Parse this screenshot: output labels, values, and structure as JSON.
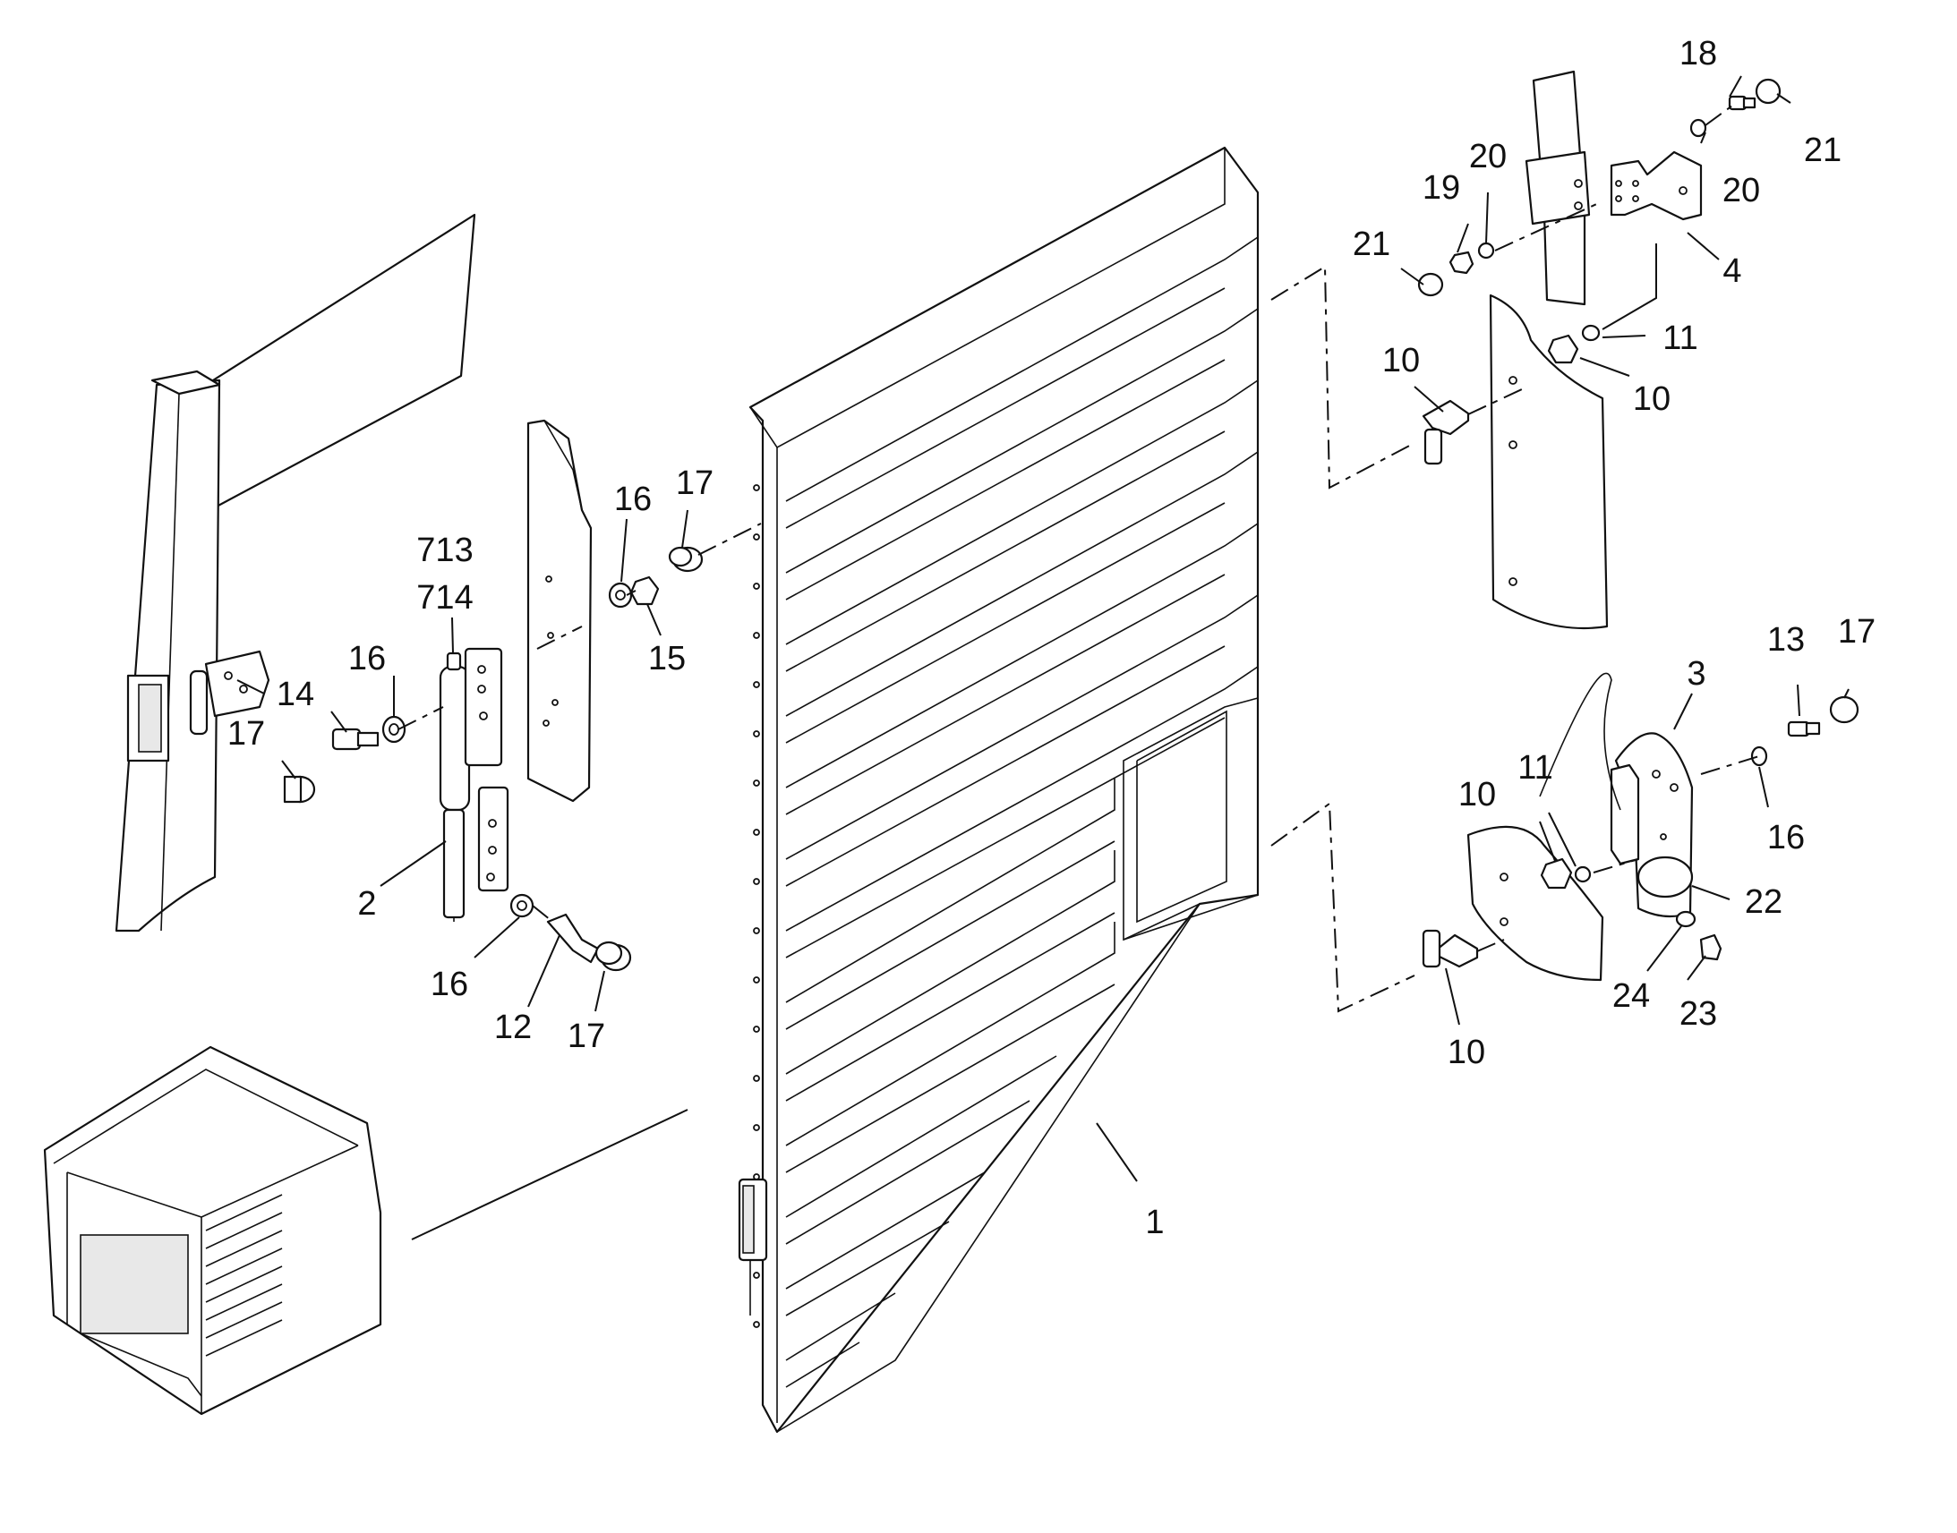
{
  "diagram": {
    "callouts": [
      {
        "id": "c-18",
        "text": "18"
      },
      {
        "id": "c-21a",
        "text": "21"
      },
      {
        "id": "c-20a",
        "text": "20"
      },
      {
        "id": "c-19",
        "text": "19"
      },
      {
        "id": "c-20b",
        "text": "20"
      },
      {
        "id": "c-21b",
        "text": "21"
      },
      {
        "id": "c-4",
        "text": "4"
      },
      {
        "id": "c-11a",
        "text": "11"
      },
      {
        "id": "c-10a",
        "text": "10"
      },
      {
        "id": "c-10b",
        "text": "10"
      },
      {
        "id": "c-17a",
        "text": "17"
      },
      {
        "id": "c-16a",
        "text": "16"
      },
      {
        "id": "c-713",
        "text": "713"
      },
      {
        "id": "c-714",
        "text": "714"
      },
      {
        "id": "c-15",
        "text": "15"
      },
      {
        "id": "c-16b",
        "text": "16"
      },
      {
        "id": "c-14",
        "text": "14"
      },
      {
        "id": "c-17b",
        "text": "17"
      },
      {
        "id": "c-2",
        "text": "2"
      },
      {
        "id": "c-16c",
        "text": "16"
      },
      {
        "id": "c-12",
        "text": "12"
      },
      {
        "id": "c-17c",
        "text": "17"
      },
      {
        "id": "c-13",
        "text": "13"
      },
      {
        "id": "c-17d",
        "text": "17"
      },
      {
        "id": "c-3",
        "text": "3"
      },
      {
        "id": "c-11b",
        "text": "11"
      },
      {
        "id": "c-10c",
        "text": "10"
      },
      {
        "id": "c-16d",
        "text": "16"
      },
      {
        "id": "c-22",
        "text": "22"
      },
      {
        "id": "c-24",
        "text": "24"
      },
      {
        "id": "c-23",
        "text": "23"
      },
      {
        "id": "c-10d",
        "text": "10"
      },
      {
        "id": "c-1",
        "text": "1"
      }
    ]
  }
}
